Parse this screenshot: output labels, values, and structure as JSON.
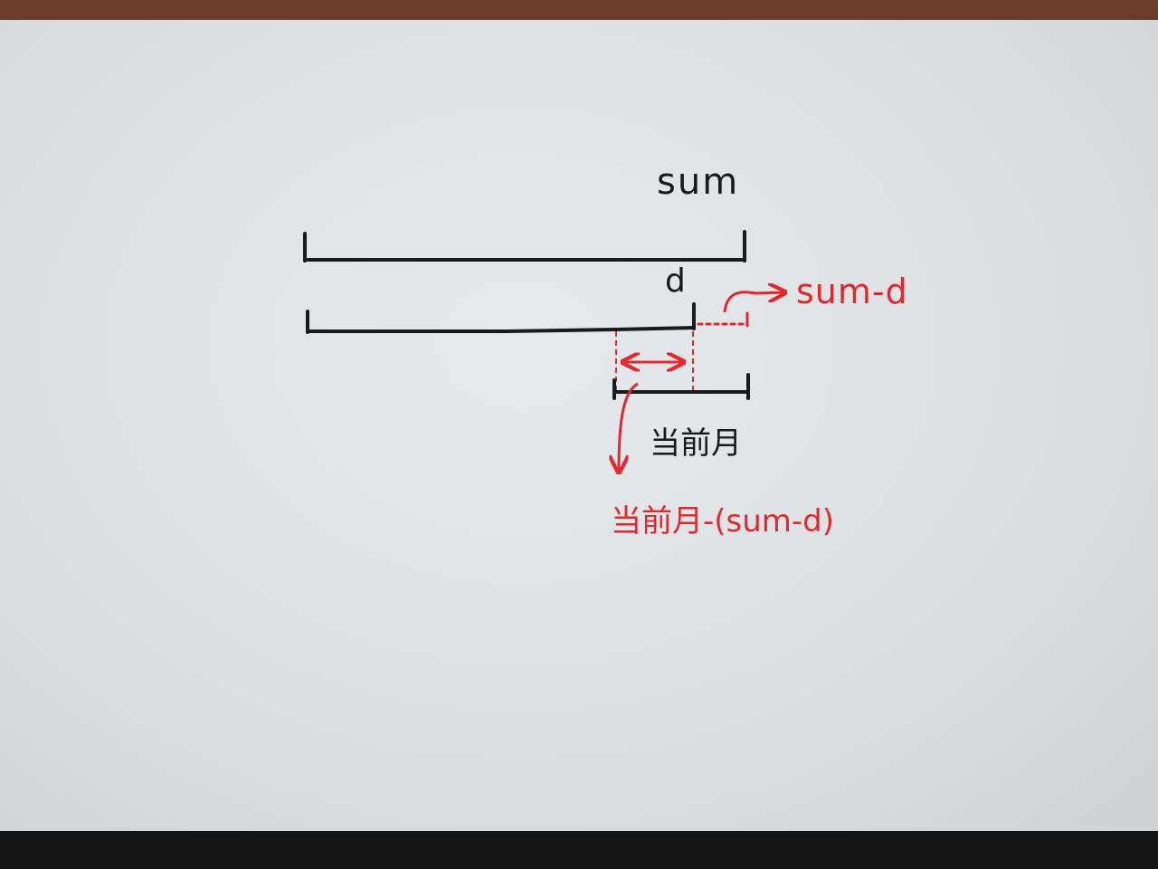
{
  "labels": {
    "sum": "sum",
    "d": "d",
    "sum_minus_d": "sum-d",
    "current_month": "当前月",
    "current_minus": "当前月-(sum-d)"
  },
  "colors": {
    "black_ink": "#1a1a1a",
    "red_ink": "#e0282e",
    "paper": "#e2e5e8",
    "background": "#6a3d2a"
  }
}
